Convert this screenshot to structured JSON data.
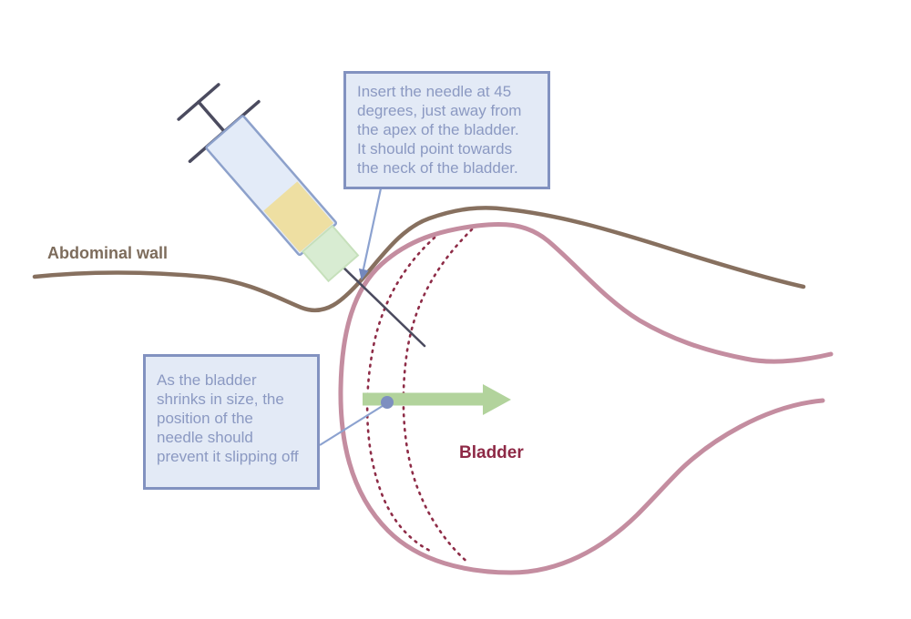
{
  "diagram": {
    "labels": {
      "abdominal_wall": "Abdominal wall",
      "bladder": "Bladder"
    },
    "callouts": {
      "needle_angle": {
        "lines": [
          "Insert the needle at 45",
          "degrees, just away from",
          "the apex of the bladder.",
          "It should point towards",
          "the neck of the bladder."
        ]
      },
      "needle_position": {
        "lines": [
          "As the bladder",
          "shrinks in size, the",
          "position of the",
          "needle should",
          "prevent it slipping off"
        ]
      }
    },
    "colors": {
      "abdominal_wall_line": "#87705f",
      "abdominal_wall_label": "#7d6c5c",
      "bladder_outline": "#c48da0",
      "bladder_label": "#8e2946",
      "shrink_dashes": "#8e2c47",
      "needle": "#4b4b5f",
      "syringe_barrel_fill": "#e3ebf8",
      "syringe_barrel_border": "#8da1cb",
      "syringe_liquid": "#eedfa2",
      "syringe_tip_fill": "#d8ecd2",
      "syringe_tip_border": "#c6e0bb",
      "callout_fill": "#e3eaf6",
      "callout_border": "#8292c0",
      "callout_text": "#8b99c2",
      "pointer_line": "#8ca2d0",
      "pointer_marker": "#7488bd",
      "connector_dot": "#7d8fc0",
      "arrow_fill": "#b2d39c"
    },
    "icons": [
      "syringe-icon",
      "needle-icon",
      "arrow-right-icon",
      "connector-dot-icon",
      "callout-pointer-icon"
    ]
  }
}
